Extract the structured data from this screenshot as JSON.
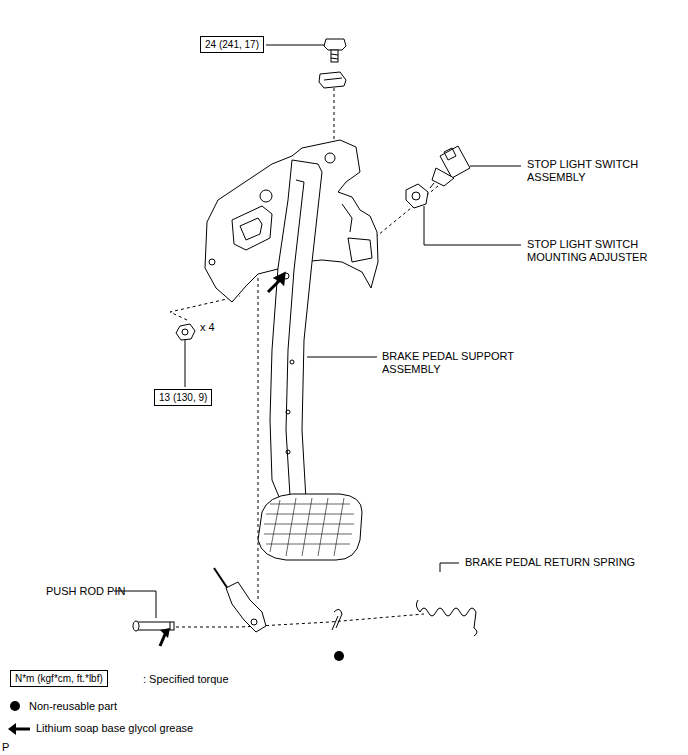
{
  "diagram": {
    "nodes": [
      {
        "text": [
          "24 (241, 17)"
        ]
      },
      {
        "text": [
          "13 (130, 9)"
        ]
      },
      {
        "text": [
          "N*m (kgf*cm, ft.*lbf)"
        ]
      }
    ],
    "labels": [
      "STOP LIGHT SWITCH ASSEMBLY",
      "STOP LIGHT SWITCH MOUNTING ADJUSTER",
      "BRAKE PEDAL SUPPORT ASSEMBLY",
      "x 4",
      "PUSH ROD PIN",
      "BRAKE PEDAL RETURN SPRING",
      "P"
    ],
    "legend": [
      {
        "text": ": Specified torque"
      },
      {
        "text": "Non-reusable part"
      },
      {
        "text": "Lithium soap base glycol grease"
      }
    ]
  }
}
